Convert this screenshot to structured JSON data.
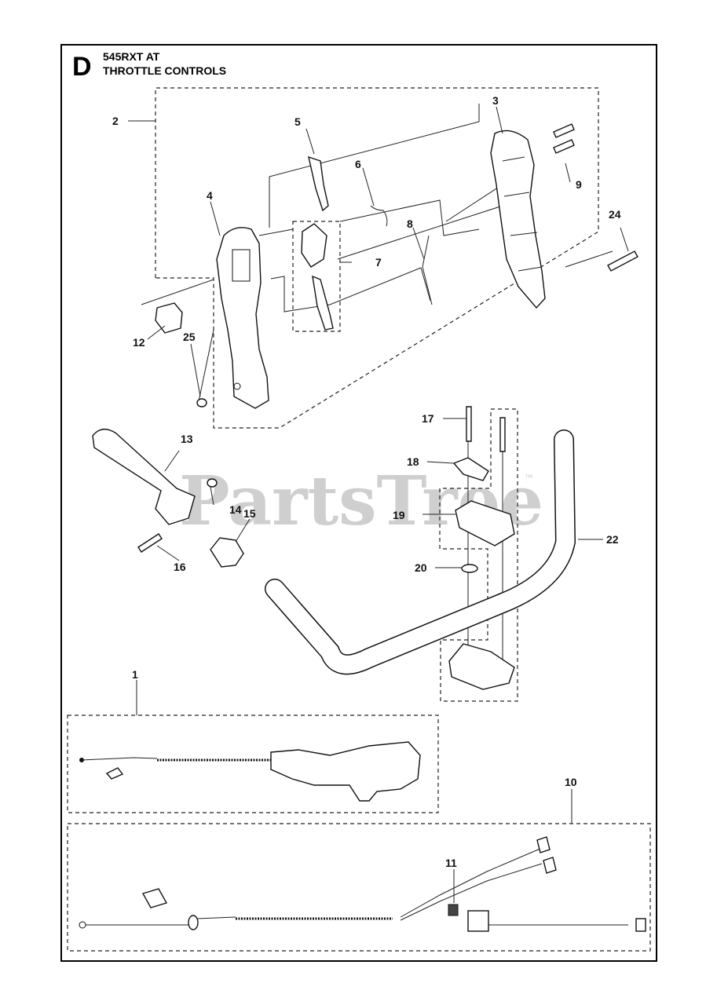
{
  "header": {
    "section_letter": "D",
    "model": "545RXT AT",
    "title": "THROTTLE CONTROLS"
  },
  "watermark": {
    "text": "PartsTree",
    "trademark": "™",
    "color": "#cfcfcf"
  },
  "callouts": [
    "1",
    "2",
    "3",
    "4",
    "5",
    "6",
    "7",
    "8",
    "9",
    "10",
    "11",
    "12",
    "13",
    "14",
    "15",
    "16",
    "17",
    "18",
    "19",
    "20",
    "22",
    "24",
    "25"
  ],
  "colors": {
    "line": "#111111",
    "background": "#ffffff"
  }
}
